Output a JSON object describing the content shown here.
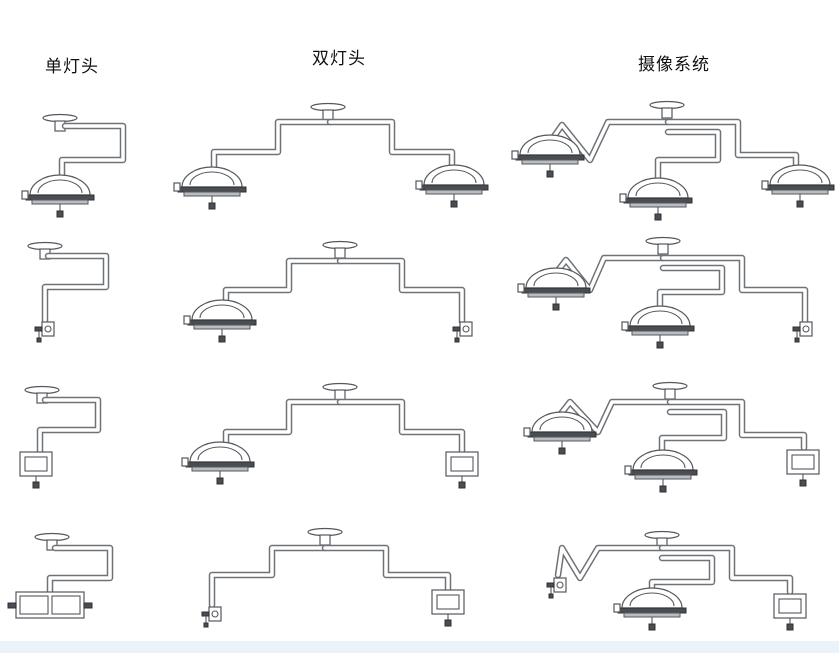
{
  "headers": {
    "single": "单灯头",
    "dual": "双灯头",
    "camera": "摄像系统"
  },
  "colors": {
    "background": "#ffffff",
    "line": "#6f7277",
    "text": "#111111"
  },
  "icons": [
    "ceiling-mount-icon",
    "light-head-icon",
    "monitor-icon",
    "camera-icon",
    "dual-monitor-icon"
  ]
}
